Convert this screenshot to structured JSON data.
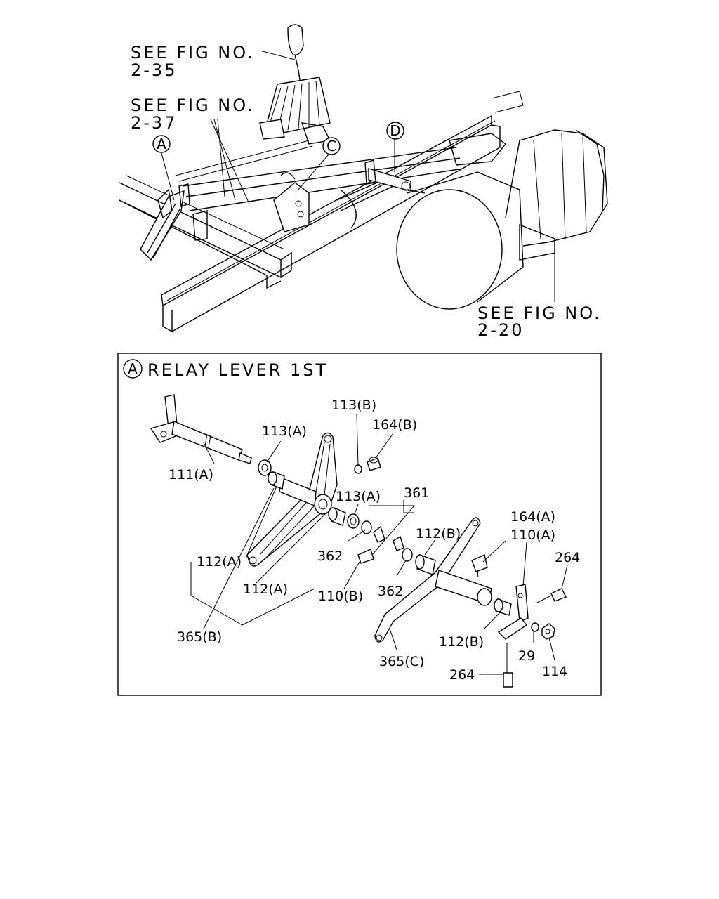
{
  "overview": {
    "refs": [
      {
        "id": "ref-2-35",
        "line1": "SEE FIG NO.",
        "line2": "2-35"
      },
      {
        "id": "ref-2-37",
        "line1": "SEE FIG NO.",
        "line2": "2-37"
      },
      {
        "id": "ref-2-20",
        "line1": "SEE FIG NO.",
        "line2": "2-20"
      }
    ],
    "callouts": {
      "a": "A",
      "c": "C",
      "d": "D"
    }
  },
  "detail": {
    "marker": "A",
    "title": "RELAY LEVER 1ST",
    "parts": {
      "p111a": "111(A)",
      "p113a_1": "113(A)",
      "p113b": "113(B)",
      "p164b": "164(B)",
      "p113a_2": "113(A)",
      "p361": "361",
      "p112a_1": "112(A)",
      "p362_1": "362",
      "p112b_1": "112(B)",
      "p164a": "164(A)",
      "p110a": "110(A)",
      "p264_1": "264",
      "p112a_2": "112(A)",
      "p110b": "110(B)",
      "p362_2": "362",
      "p365b": "365(B)",
      "p112b_2": "112(B)",
      "p29": "29",
      "p365c": "365(C)",
      "p264_2": "264",
      "p114": "114"
    }
  }
}
